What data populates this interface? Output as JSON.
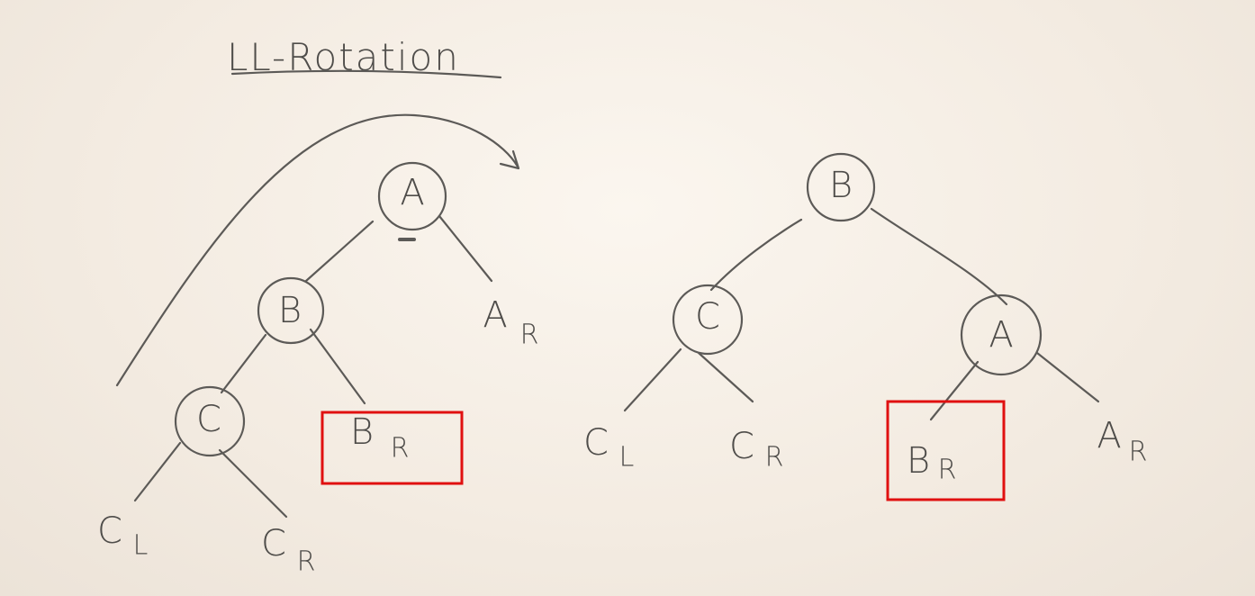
{
  "title": "LL-Rotation",
  "before": {
    "root": "A",
    "left": "B",
    "right_subtree": "A",
    "right_subtree_sub": "R",
    "left_left": "C",
    "left_right_subtree": "B",
    "left_right_subtree_sub": "R",
    "cl": "C",
    "cl_sub": "L",
    "cr": "C",
    "cr_sub": "R"
  },
  "after": {
    "root": "B",
    "left": "C",
    "right": "A",
    "cl": "C",
    "cl_sub": "L",
    "cr": "C",
    "cr_sub": "R",
    "br": "B",
    "br_sub": "R",
    "ar": "A",
    "ar_sub": "R"
  },
  "colors": {
    "ink": "#5c5a57",
    "highlight": "#e01010",
    "board": "#f7f1e9"
  }
}
